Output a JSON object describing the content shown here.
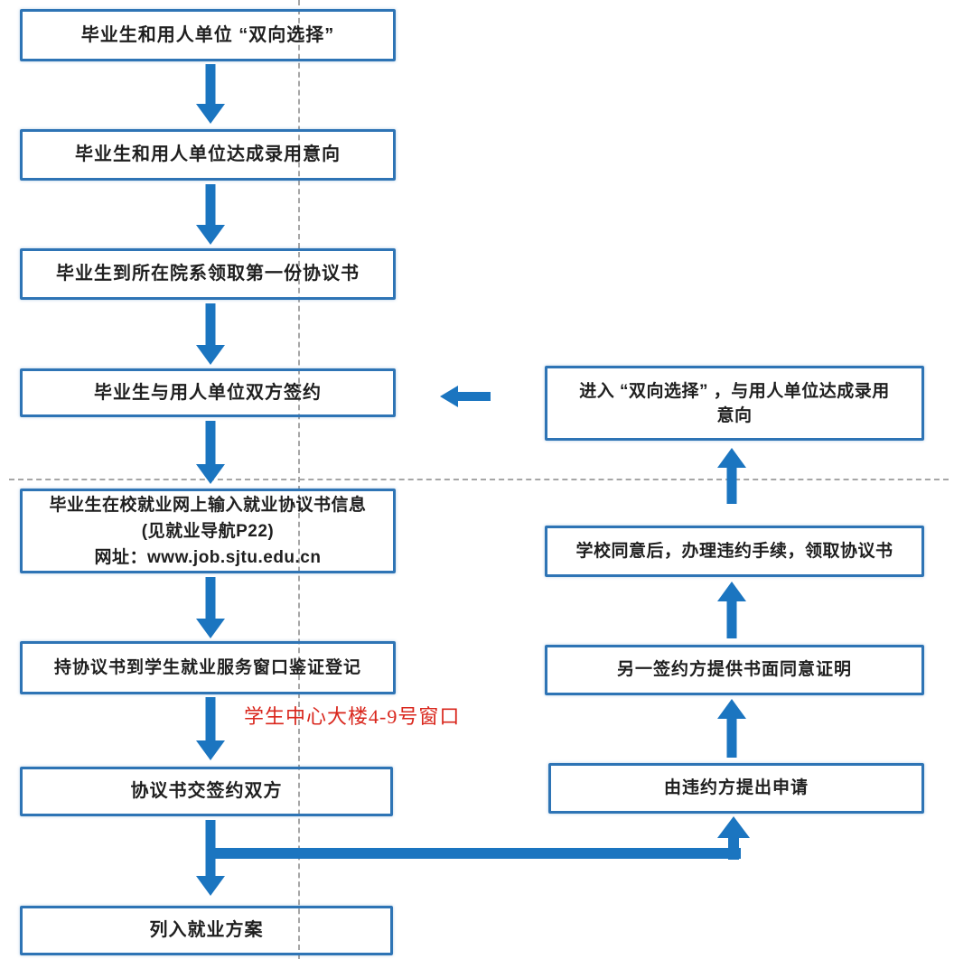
{
  "nodes": {
    "left": [
      {
        "label": "毕业生和用人单位 “双向选择”"
      },
      {
        "label": "毕业生和用人单位达成录用意向"
      },
      {
        "label": "毕业生到所在院系领取第一份协议书"
      },
      {
        "label": "毕业生与用人单位双方签约"
      },
      {
        "lines": [
          "毕业生在校就业网上输入就业协议书信息",
          "(见就业导航P22)",
          "网址：www.job.sjtu.edu.cn"
        ]
      },
      {
        "label": "持协议书到学生就业服务窗口鉴证登记"
      },
      {
        "label": "协议书交签约双方"
      },
      {
        "label": "列入就业方案"
      }
    ],
    "right": [
      {
        "lines": [
          "进入 “双向选择” ，与用人单位达成录用",
          "意向"
        ]
      },
      {
        "label": "学校同意后，办理违约手续，领取协议书"
      },
      {
        "label": "另一签约方提供书面同意证明"
      },
      {
        "label": "由违约方提出申请"
      }
    ]
  },
  "annotation": {
    "text": "学生中心大楼4-9号窗口",
    "color": "#d9261c"
  },
  "colors": {
    "arrow": "#1b75c0",
    "box_border": "#2e74b5",
    "dashed_line": "#a6a6a6",
    "text": "#1f1f1f"
  }
}
